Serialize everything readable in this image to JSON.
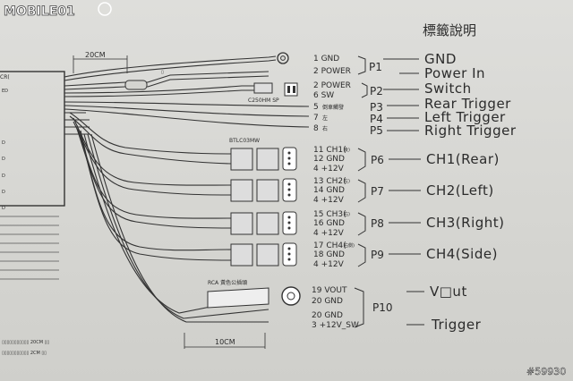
{
  "watermark": "MOBILE01",
  "image_ref": "#59930",
  "title": "標籤說明",
  "dimensions": {
    "top": "20CM",
    "bottom": "10CM"
  },
  "small_labels": {
    "left_cut": "CR(",
    "c250": "C250HM SP",
    "btl": "BTLC03MW",
    "rca": "RCA 黃色公插頭",
    "p3_note": "倒車觸發",
    "p4_note": "左",
    "p5_note": "右",
    "bottom_left_1": "▯▯▯▯▯▯▯▯▯▯▯ 20CM ▯▯",
    "bottom_left_2": "▯▯▯▯▯▯▯▯▯▯▯ 2CM ▯▯"
  },
  "pins": {
    "p1": [
      "1 GND",
      "2 POWER"
    ],
    "p2": [
      "2 POWER",
      "6 SW"
    ],
    "p3": "5",
    "p4": "7",
    "p5": "8",
    "p6": [
      "11 CH1(",
      "12 GND",
      "4 +12V"
    ],
    "p7": [
      "13 CH2(",
      "14 GND",
      "4 +12V"
    ],
    "p8": [
      "15 CH3(",
      "16 GND",
      "4 +12V"
    ],
    "p9": [
      "17 CH4(",
      "18 GND",
      "4 +12V"
    ],
    "p10": [
      "19 VOUT",
      "20 GND",
      "20 GND",
      "3 +12V_SW"
    ]
  },
  "pin_notes": {
    "p6": "後)",
    "p7": "左)",
    "p8": "右)",
    "p9": "右側)"
  },
  "ports": [
    "P1",
    "P2",
    "P3",
    "P4",
    "P5",
    "P6",
    "P7",
    "P8",
    "P9",
    "P10"
  ],
  "functions": {
    "gnd": "GND",
    "power_in": "Power In",
    "switch": "Switch",
    "rear_trigger": "Rear Trigger",
    "left_trigger": "Left Trigger",
    "right_trigger": "Right Trigger",
    "ch1": "CH1(Rear)",
    "ch2": "CH2(Left)",
    "ch3": "CH3(Right)",
    "ch4": "CH4(Side)",
    "vout": "V□ut",
    "trigger": "Trigger"
  },
  "left_margin_text": [
    "ED",
    "",
    "",
    "",
    "D",
    "D",
    "D",
    "D",
    "D"
  ]
}
